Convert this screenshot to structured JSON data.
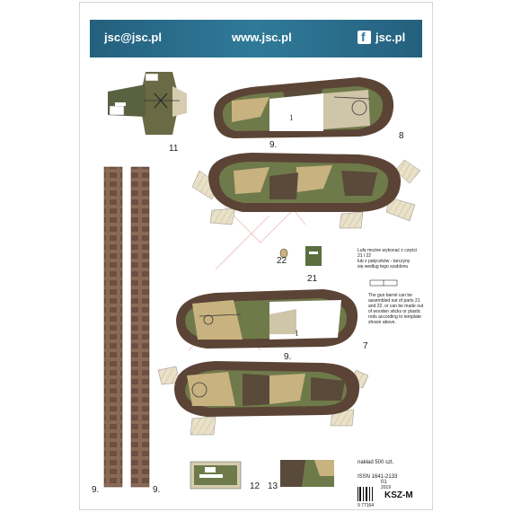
{
  "banner": {
    "email": "jsc@jsc.pl",
    "website": "www.jsc.pl",
    "social": "jsc.pl"
  },
  "parts": {
    "p11": "11",
    "p8": "8",
    "p9a": "9.",
    "p9b": "9.",
    "p9c": "9.",
    "p9d": "9.",
    "p22": "22",
    "p21": "21",
    "p7": "7",
    "p12": "12",
    "p13": "13"
  },
  "hull_marks": {
    "upper": "1",
    "lower": "1"
  },
  "notes": {
    "polish_1": "Lufę możne wykonać z części 21 i 22",
    "polish_2": "lub z patyczków - tarczyny",
    "polish_3": "się według tego szablonu",
    "english_1": "The gun barrel can be",
    "english_2": "assembled out of parts 21",
    "english_3": "and 22, or can be made out",
    "english_4": "of wooden sticks or plastic",
    "english_5": "rods according to template",
    "english_6": "shown above."
  },
  "footer": {
    "naklad": "nakład 500 szt.",
    "issn": "ISSN 1641-2133",
    "number": "01",
    "year": "2019",
    "logo": "KSZ-M",
    "barcode_digits": "9 77164"
  },
  "colors": {
    "banner": "#2f7a98",
    "camo_green": "#5f6b3e",
    "camo_brown": "#7a5a3e",
    "camo_sand": "#c9b787",
    "track": "#8a6a55"
  }
}
